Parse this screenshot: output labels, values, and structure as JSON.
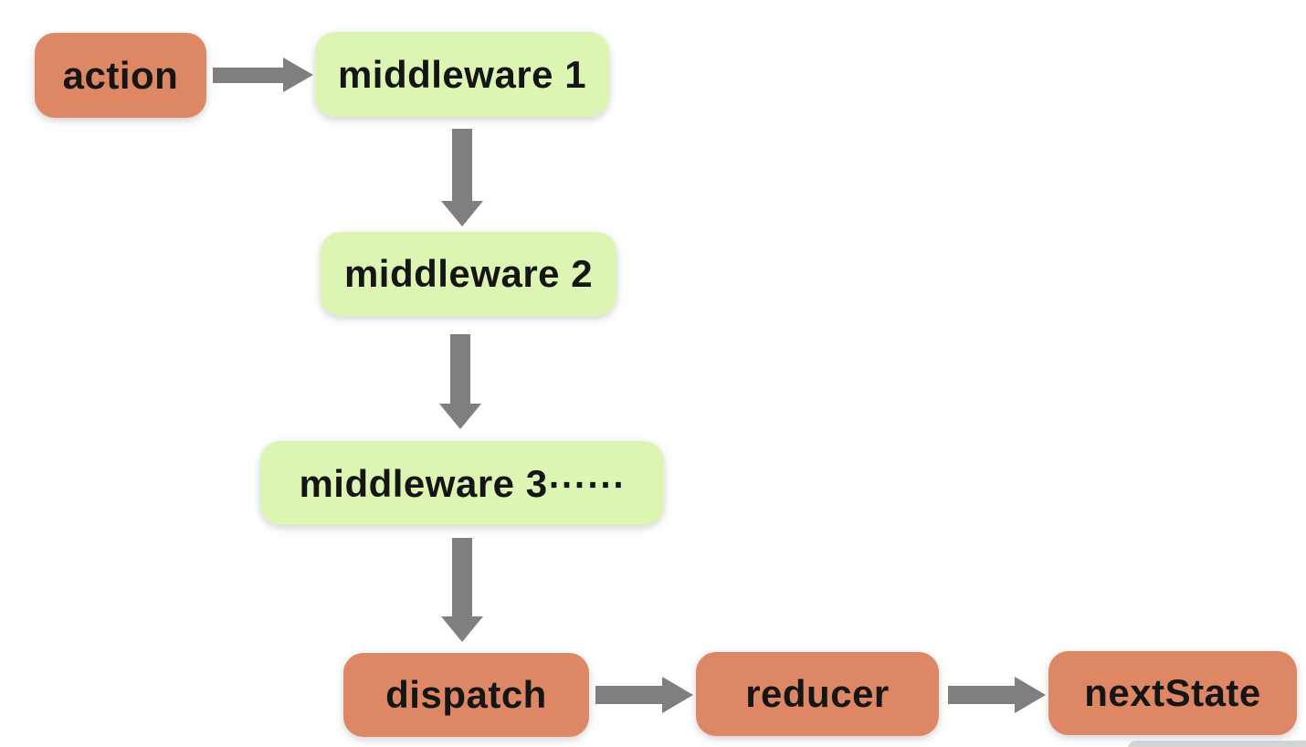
{
  "diagram": {
    "title_hint": "redux middleware flow",
    "nodes": {
      "action": {
        "label": "action",
        "kind": "state",
        "color": "#de8765"
      },
      "middleware1": {
        "label": "middleware 1",
        "kind": "middleware",
        "color": "#ddf5b3"
      },
      "middleware2": {
        "label": "middleware 2",
        "kind": "middleware",
        "color": "#ddf5b3"
      },
      "middleware3": {
        "label": "middleware 3⋯⋯",
        "kind": "middleware",
        "color": "#ddf5b3"
      },
      "dispatch": {
        "label": "dispatch",
        "kind": "state",
        "color": "#de8765"
      },
      "reducer": {
        "label": "reducer",
        "kind": "state",
        "color": "#de8765"
      },
      "nextState": {
        "label": "nextState",
        "kind": "state",
        "color": "#de8765"
      }
    },
    "edges": [
      {
        "from": "action",
        "to": "middleware1",
        "direction": "right"
      },
      {
        "from": "middleware1",
        "to": "middleware2",
        "direction": "down"
      },
      {
        "from": "middleware2",
        "to": "middleware3",
        "direction": "down"
      },
      {
        "from": "middleware3",
        "to": "dispatch",
        "direction": "down"
      },
      {
        "from": "dispatch",
        "to": "reducer",
        "direction": "right"
      },
      {
        "from": "reducer",
        "to": "nextState",
        "direction": "right"
      }
    ],
    "colors": {
      "state_node": "#de8765",
      "middleware_node": "#ddf5b3",
      "arrow": "#7f7f7f",
      "node_text": "#151515",
      "background": "#ffffff",
      "partial_bar": "#d4d4d4"
    }
  }
}
